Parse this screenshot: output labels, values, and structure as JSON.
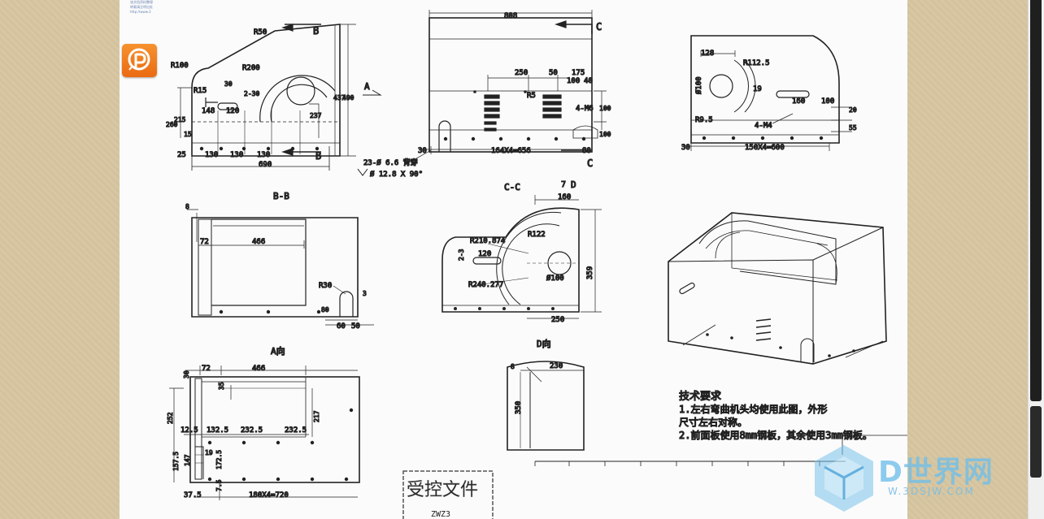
{
  "viewer": {
    "pdf_badge_icon": "pdf-reader-icon",
    "watermark_icon": "3d-cube-icon",
    "watermark_text": "D世界网",
    "watermark_url": "W.3DSJW.COM",
    "accent_color": "#f07d1f"
  },
  "document": {
    "page_notes": [
      "该文档资料整理",
      "转载请注明出处",
      "http://www.3"
    ],
    "section_labels": {
      "bb": "B-B",
      "cc": "C-C",
      "a_view": "A向",
      "d_view": "D向",
      "view_a_marker": "A",
      "cut_b_top": "B",
      "cut_b_bottom": "B",
      "cut_c_top": "C",
      "cut_c_bottom": "C",
      "view_d_marker": "D"
    },
    "view1_dims": {
      "r50": "R50",
      "r100": "R100",
      "r200": "R200",
      "r15": "R15",
      "d30": "30",
      "d2_30": "2-30",
      "d148": "148",
      "d120": "120",
      "d260": "260",
      "d215": "215",
      "d15": "15",
      "d237": "237",
      "d437": "437",
      "d490": "490",
      "d25": "25",
      "d130a": "130",
      "d130b": "130",
      "d130c": "130",
      "d690": "690"
    },
    "hole_note": {
      "line1": "23-Ø 6.6 背穿",
      "line2": "Ø 12.8 X 90°"
    },
    "view2_dims": {
      "d808": "808",
      "d250": "250",
      "d50": "50",
      "d175": "175",
      "d100a": "100",
      "d40": "40",
      "r5": "R5",
      "m6": "4-M6",
      "d100b": "100",
      "d100c": "100",
      "d30": "30",
      "d656": "164X4=656",
      "d80": "80"
    },
    "view3_dims": {
      "d128": "128",
      "r112": "R112.5",
      "dia100": "Ø100",
      "d19": "19",
      "d160": "160",
      "d100": "100",
      "d20": "20",
      "r9": "R9.5",
      "m4": "4-M4",
      "d55": "55",
      "d30": "30",
      "d600": "150X4=600"
    },
    "bb_dims": {
      "d8": "8",
      "d72": "72",
      "d466": "466",
      "r30": "R30",
      "d3": "3",
      "d80": "80",
      "d60": "60",
      "d50": "50"
    },
    "cc_dims": {
      "d7": "7",
      "d160": "160",
      "r210": "R210.874",
      "r122": "R122",
      "d2_3": "2-3",
      "d120": "120",
      "d359": "359",
      "r240": "R240.277",
      "dia100": "Ø100",
      "d250": "250"
    },
    "a_dims": {
      "d30": "30",
      "d72": "72",
      "d466": "466",
      "d35": "35",
      "d252": "252",
      "d217": "217",
      "d12": "12.5",
      "d132": "132.5",
      "d232a": "232.5",
      "d232b": "232.5",
      "d19": "19",
      "d157": "157.5",
      "d147": "147",
      "d172": "172.5",
      "d37": "37.5",
      "d7": "7.5",
      "d720": "180X4=720"
    },
    "d_dims": {
      "d8": "8",
      "d230": "230",
      "d350": "350"
    },
    "tech_req": {
      "title": "技术要求",
      "line1": "1.左右弯曲机头均使用此图，外形",
      "line2": "尺寸左右对称。",
      "line3": "2.前面板使用8mm钢板，其余使用3mm钢板。"
    },
    "stamp_text": "受控文件",
    "stamp_sub": "ZWZ3"
  }
}
